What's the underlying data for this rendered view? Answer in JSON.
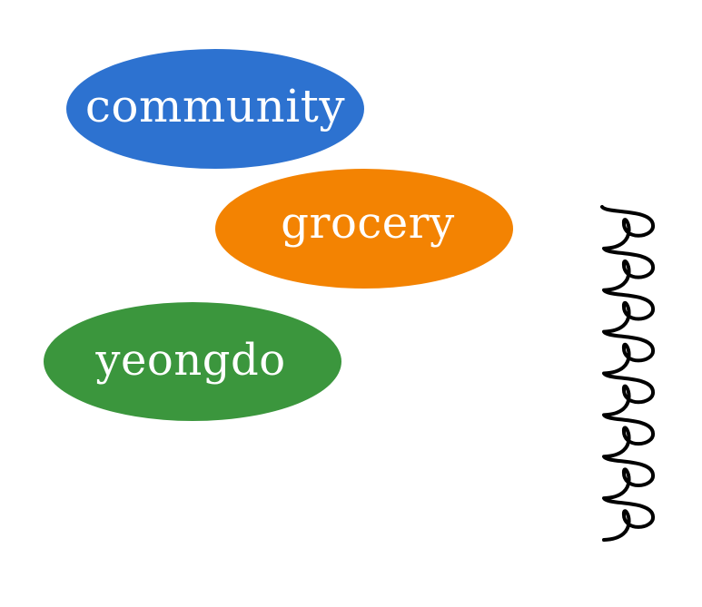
{
  "tags": [
    {
      "label": "community",
      "color": "#2d72d0"
    },
    {
      "label": "grocery",
      "color": "#f38302"
    },
    {
      "label": "yeongdo",
      "color": "#3b963d"
    }
  ],
  "decoration": {
    "icon": "coil-spring-icon",
    "color": "#000000",
    "loops": 8
  }
}
